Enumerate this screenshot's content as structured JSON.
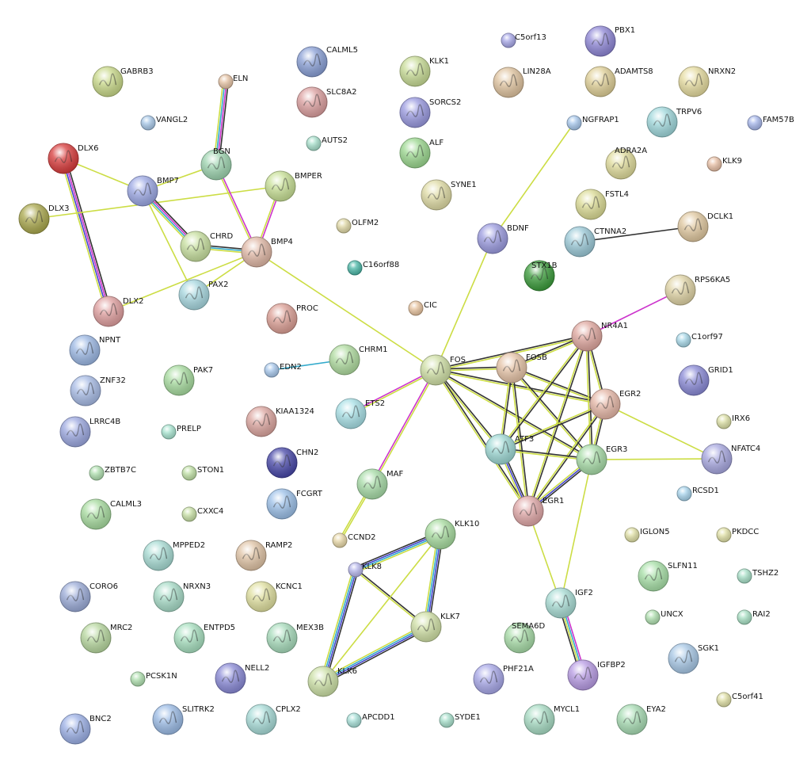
{
  "network": {
    "nodes": [
      {
        "id": "GABRB3",
        "color": "#c9d98a"
      },
      {
        "id": "CALML5",
        "color": "#8aa0d6"
      },
      {
        "id": "KLK1",
        "color": "#c8dc96"
      },
      {
        "id": "C5orf13",
        "color": "#a8a8e8"
      },
      {
        "id": "PBX1",
        "color": "#8f87d6"
      },
      {
        "id": "LIN28A",
        "color": "#e0c4a0"
      },
      {
        "id": "ADAMTS8",
        "color": "#e0d098"
      },
      {
        "id": "NRXN2",
        "color": "#e6dca0"
      },
      {
        "id": "ELN",
        "color": "#e6c4a6"
      },
      {
        "id": "SLC8A2",
        "color": "#dca0a0"
      },
      {
        "id": "SORCS2",
        "color": "#9a9ae0"
      },
      {
        "id": "VANGL2",
        "color": "#a8c8e8"
      },
      {
        "id": "AUTS2",
        "color": "#a8e0cc"
      },
      {
        "id": "TRPV6",
        "color": "#a0d8dc"
      },
      {
        "id": "FAM57B",
        "color": "#a8b8ec"
      },
      {
        "id": "NGFRAP1",
        "color": "#a8c8ec"
      },
      {
        "id": "DLX6",
        "color": "#d83c3c"
      },
      {
        "id": "ALF",
        "color": "#9cd890"
      },
      {
        "id": "BGN",
        "color": "#9ed4b0"
      },
      {
        "id": "ADRA2A",
        "color": "#e0dc9c"
      },
      {
        "id": "KLK9",
        "color": "#e8c0a6"
      },
      {
        "id": "BMP7",
        "color": "#9ca8e4"
      },
      {
        "id": "BMPER",
        "color": "#c8e096"
      },
      {
        "id": "SYNE1",
        "color": "#e0dca6"
      },
      {
        "id": "FSTL4",
        "color": "#dcdc96"
      },
      {
        "id": "DLX3",
        "color": "#aaa84e"
      },
      {
        "id": "DCLK1",
        "color": "#e0c8a0"
      },
      {
        "id": "OLFM2",
        "color": "#e0d8a6"
      },
      {
        "id": "BDNF",
        "color": "#9c9ce0"
      },
      {
        "id": "CTNNA2",
        "color": "#9ccad8"
      },
      {
        "id": "CHRD",
        "color": "#c8e0a0"
      },
      {
        "id": "BMP4",
        "color": "#e0b8a6"
      },
      {
        "id": "C16orf88",
        "color": "#4cb8a8"
      },
      {
        "id": "STX1B",
        "color": "#3c9c3c"
      },
      {
        "id": "PAX2",
        "color": "#a8d8e0"
      },
      {
        "id": "RPS6KA5",
        "color": "#e0d4a6"
      },
      {
        "id": "CIC",
        "color": "#e8c4a0"
      },
      {
        "id": "PROC",
        "color": "#dca096"
      },
      {
        "id": "DLX2",
        "color": "#e0a0a0"
      },
      {
        "id": "NR4A1",
        "color": "#e0a8a0"
      },
      {
        "id": "C1orf97",
        "color": "#a8d8e8"
      },
      {
        "id": "NPNT",
        "color": "#9cb8e4"
      },
      {
        "id": "CHRM1",
        "color": "#b0dca0"
      },
      {
        "id": "FOSB",
        "color": "#e6c4a8"
      },
      {
        "id": "FOS",
        "color": "#d0e0a6"
      },
      {
        "id": "EDN2",
        "color": "#a8c8ec"
      },
      {
        "id": "GRID1",
        "color": "#8a8ad6"
      },
      {
        "id": "PAK7",
        "color": "#a8dca0"
      },
      {
        "id": "ZNF32",
        "color": "#a8bce6"
      },
      {
        "id": "EGR2",
        "color": "#e6b8a8"
      },
      {
        "id": "ETS2",
        "color": "#a8e0e6"
      },
      {
        "id": "KIAA1324",
        "color": "#dca6a0"
      },
      {
        "id": "IRX6",
        "color": "#dce0a6"
      },
      {
        "id": "PRELP",
        "color": "#a8e4d0"
      },
      {
        "id": "LRRC4B",
        "color": "#9ca8e0"
      },
      {
        "id": "ATF3",
        "color": "#9ed8d4"
      },
      {
        "id": "NFATC4",
        "color": "#a8a8e0"
      },
      {
        "id": "EGR3",
        "color": "#a8dca8"
      },
      {
        "id": "CHN2",
        "color": "#4848a8"
      },
      {
        "id": "ZBTB7C",
        "color": "#b0e0b0"
      },
      {
        "id": "STON1",
        "color": "#c0e0a6"
      },
      {
        "id": "MAF",
        "color": "#a8dca8"
      },
      {
        "id": "FCGRT",
        "color": "#9cc0e8"
      },
      {
        "id": "RCSD1",
        "color": "#a8d4ec"
      },
      {
        "id": "CALML3",
        "color": "#a8dca0"
      },
      {
        "id": "CXXC4",
        "color": "#c8e0a6"
      },
      {
        "id": "EGR1",
        "color": "#e0a8a8"
      },
      {
        "id": "KLK10",
        "color": "#a8dca0"
      },
      {
        "id": "CCND2",
        "color": "#e8d8a8"
      },
      {
        "id": "IGLON5",
        "color": "#e0e0a6"
      },
      {
        "id": "PKDCC",
        "color": "#e0e0a6"
      },
      {
        "id": "MPPED2",
        "color": "#a8dcd4"
      },
      {
        "id": "RAMP2",
        "color": "#e0c4a6"
      },
      {
        "id": "KLK8",
        "color": "#b8b8ec"
      },
      {
        "id": "SLFN11",
        "color": "#a8e0a8"
      },
      {
        "id": "TSHZ2",
        "color": "#a8e0c8"
      },
      {
        "id": "CORO6",
        "color": "#9cacd8"
      },
      {
        "id": "NRXN3",
        "color": "#a8dcc8"
      },
      {
        "id": "KCNC1",
        "color": "#e0e0a0"
      },
      {
        "id": "IGF2",
        "color": "#a8dcd4"
      },
      {
        "id": "UNCX",
        "color": "#b0e0b0"
      },
      {
        "id": "RAI2",
        "color": "#a8e0c4"
      },
      {
        "id": "KLK7",
        "color": "#d0e0a6"
      },
      {
        "id": "SEMA6D",
        "color": "#a8dca8"
      },
      {
        "id": "MRC2",
        "color": "#b8d8a0"
      },
      {
        "id": "ENTPD5",
        "color": "#a8e0c0"
      },
      {
        "id": "MEX3B",
        "color": "#a8dcbc"
      },
      {
        "id": "SGK1",
        "color": "#a8c8e6"
      },
      {
        "id": "PHF21A",
        "color": "#a8a8e8"
      },
      {
        "id": "IGFBP2",
        "color": "#b89ce4"
      },
      {
        "id": "PCSK1N",
        "color": "#b0e0b0"
      },
      {
        "id": "NELL2",
        "color": "#8a8ad6"
      },
      {
        "id": "KLK6",
        "color": "#cce0a6"
      },
      {
        "id": "C5orf41",
        "color": "#e0e0a6"
      },
      {
        "id": "BNC2",
        "color": "#9cb0e6"
      },
      {
        "id": "SLITRK2",
        "color": "#9cbce6"
      },
      {
        "id": "CPLX2",
        "color": "#a8dcd8"
      },
      {
        "id": "APCDD1",
        "color": "#a8e0d8"
      },
      {
        "id": "SYDE1",
        "color": "#a8e0cc"
      },
      {
        "id": "MYCL1",
        "color": "#a8dcc4"
      },
      {
        "id": "EYA2",
        "color": "#a8dcb4"
      }
    ],
    "edges": [
      {
        "source": "ELN",
        "target": "BGN",
        "colors": [
          "#333333",
          "#cc33cc",
          "#33aacc",
          "#ccdd44"
        ]
      },
      {
        "source": "DLX6",
        "target": "DLX2",
        "colors": [
          "#333333",
          "#cc33cc",
          "#4444cc",
          "#ccdd44"
        ]
      },
      {
        "source": "DLX6",
        "target": "BMP7",
        "colors": [
          "#ccdd44"
        ]
      },
      {
        "source": "DLX3",
        "target": "BMPER",
        "colors": [
          "#ccdd44"
        ]
      },
      {
        "source": "BMP7",
        "target": "BGN",
        "colors": [
          "#ccdd44"
        ]
      },
      {
        "source": "BMP7",
        "target": "CHRD",
        "colors": [
          "#333333",
          "#cc33cc",
          "#33aacc",
          "#ccdd44"
        ]
      },
      {
        "source": "BMP7",
        "target": "PAX2",
        "colors": [
          "#ccdd44"
        ]
      },
      {
        "source": "BGN",
        "target": "BMP4",
        "colors": [
          "#cc33cc",
          "#ccdd44"
        ]
      },
      {
        "source": "BMPER",
        "target": "BMP4",
        "colors": [
          "#cc33cc",
          "#ccdd44"
        ]
      },
      {
        "source": "CHRD",
        "target": "BMP4",
        "colors": [
          "#333333",
          "#33aacc",
          "#ccdd44"
        ]
      },
      {
        "source": "PAX2",
        "target": "BMP4",
        "colors": [
          "#ccdd44"
        ]
      },
      {
        "source": "DLX2",
        "target": "BMP4",
        "colors": [
          "#ccdd44"
        ]
      },
      {
        "source": "BMP4",
        "target": "FOS",
        "colors": [
          "#ccdd44"
        ]
      },
      {
        "source": "EDN2",
        "target": "CHRM1",
        "colors": [
          "#33aacc"
        ]
      },
      {
        "source": "ETS2",
        "target": "FOS",
        "colors": [
          "#cc33cc",
          "#ccdd44"
        ]
      },
      {
        "source": "MAF",
        "target": "FOS",
        "colors": [
          "#cc33cc",
          "#ccdd44"
        ]
      },
      {
        "source": "MAF",
        "target": "CCND2",
        "colors": [
          "#ccdd44",
          "#ccdd44"
        ]
      },
      {
        "source": "BDNF",
        "target": "FOS",
        "colors": [
          "#ccdd44"
        ]
      },
      {
        "source": "BDNF",
        "target": "NGFRAP1",
        "colors": [
          "#ccdd44"
        ]
      },
      {
        "source": "CTNNA2",
        "target": "DCLK1",
        "colors": [
          "#333333"
        ]
      },
      {
        "source": "NR4A1",
        "target": "RPS6KA5",
        "colors": [
          "#cc33cc"
        ]
      },
      {
        "source": "FOS",
        "target": "FOSB",
        "colors": [
          "#333333",
          "#ccdd44"
        ]
      },
      {
        "source": "FOS",
        "target": "ATF3",
        "colors": [
          "#333333",
          "#ccdd44"
        ]
      },
      {
        "source": "FOS",
        "target": "EGR1",
        "colors": [
          "#333333",
          "#ccdd44"
        ]
      },
      {
        "source": "FOS",
        "target": "EGR2",
        "colors": [
          "#333333",
          "#ccdd44"
        ]
      },
      {
        "source": "FOS",
        "target": "EGR3",
        "colors": [
          "#333333",
          "#ccdd44"
        ]
      },
      {
        "source": "FOS",
        "target": "NR4A1",
        "colors": [
          "#333333",
          "#ccdd44"
        ]
      },
      {
        "source": "FOSB",
        "target": "NR4A1",
        "colors": [
          "#333333",
          "#ccdd44"
        ]
      },
      {
        "source": "FOSB",
        "target": "EGR2",
        "colors": [
          "#333333",
          "#ccdd44"
        ]
      },
      {
        "source": "FOSB",
        "target": "ATF3",
        "colors": [
          "#333333",
          "#ccdd44"
        ]
      },
      {
        "source": "FOSB",
        "target": "EGR1",
        "colors": [
          "#333333",
          "#ccdd44"
        ]
      },
      {
        "source": "FOSB",
        "target": "EGR3",
        "colors": [
          "#333333",
          "#ccdd44"
        ]
      },
      {
        "source": "NR4A1",
        "target": "EGR2",
        "colors": [
          "#333333",
          "#ccdd44"
        ]
      },
      {
        "source": "NR4A1",
        "target": "ATF3",
        "colors": [
          "#333333",
          "#ccdd44"
        ]
      },
      {
        "source": "NR4A1",
        "target": "EGR3",
        "colors": [
          "#333333",
          "#ccdd44"
        ]
      },
      {
        "source": "NR4A1",
        "target": "EGR1",
        "colors": [
          "#333333",
          "#ccdd44"
        ]
      },
      {
        "source": "EGR2",
        "target": "ATF3",
        "colors": [
          "#333333",
          "#ccdd44"
        ]
      },
      {
        "source": "EGR2",
        "target": "EGR3",
        "colors": [
          "#333333",
          "#ccdd44"
        ]
      },
      {
        "source": "EGR2",
        "target": "EGR1",
        "colors": [
          "#333333",
          "#ccdd44"
        ]
      },
      {
        "source": "EGR2",
        "target": "NFATC4",
        "colors": [
          "#ccdd44"
        ]
      },
      {
        "source": "ATF3",
        "target": "EGR3",
        "colors": [
          "#333333",
          "#ccdd44"
        ]
      },
      {
        "source": "ATF3",
        "target": "EGR1",
        "colors": [
          "#333333",
          "#4444cc",
          "#ccdd44"
        ]
      },
      {
        "source": "EGR3",
        "target": "EGR1",
        "colors": [
          "#333333",
          "#4444cc",
          "#ccdd44"
        ]
      },
      {
        "source": "EGR3",
        "target": "NFATC4",
        "colors": [
          "#ccdd44"
        ]
      },
      {
        "source": "EGR3",
        "target": "IGF2",
        "colors": [
          "#ccdd44"
        ]
      },
      {
        "source": "EGR1",
        "target": "IGF2",
        "colors": [
          "#ccdd44"
        ]
      },
      {
        "source": "IGF2",
        "target": "IGFBP2",
        "colors": [
          "#cc33cc",
          "#33aacc",
          "#ccdd44",
          "#333333"
        ]
      },
      {
        "source": "KLK8",
        "target": "KLK10",
        "colors": [
          "#333333",
          "#4444cc",
          "#33aacc",
          "#ccdd44"
        ]
      },
      {
        "source": "KLK8",
        "target": "KLK7",
        "colors": [
          "#333333",
          "#ccdd44"
        ]
      },
      {
        "source": "KLK8",
        "target": "KLK6",
        "colors": [
          "#333333",
          "#4444cc",
          "#33aacc",
          "#ccdd44"
        ]
      },
      {
        "source": "KLK10",
        "target": "KLK7",
        "colors": [
          "#333333",
          "#4444cc",
          "#33aacc",
          "#ccdd44"
        ]
      },
      {
        "source": "KLK10",
        "target": "KLK6",
        "colors": [
          "#ccdd44"
        ]
      },
      {
        "source": "KLK7",
        "target": "KLK6",
        "colors": [
          "#333333",
          "#4444cc",
          "#33aacc",
          "#ccdd44"
        ]
      }
    ]
  }
}
